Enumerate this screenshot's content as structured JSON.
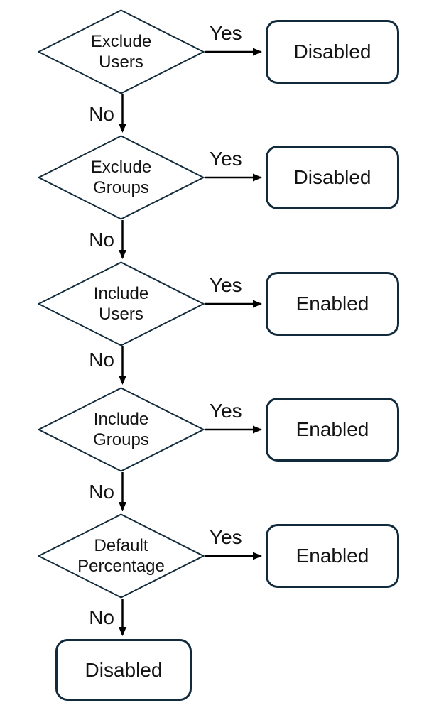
{
  "diagram": {
    "type": "flowchart",
    "colors": {
      "outline": "#122b3c",
      "arrow": "#000000",
      "text": "#131313",
      "background": "#ffffff"
    },
    "rows": [
      {
        "decision": "Exclude\nUsers",
        "yes_label": "Yes",
        "no_label": "No",
        "outcome": "Disabled"
      },
      {
        "decision": "Exclude\nGroups",
        "yes_label": "Yes",
        "no_label": "No",
        "outcome": "Disabled"
      },
      {
        "decision": "Include\nUsers",
        "yes_label": "Yes",
        "no_label": "No",
        "outcome": "Enabled"
      },
      {
        "decision": "Include\nGroups",
        "yes_label": "Yes",
        "no_label": "No",
        "outcome": "Enabled"
      },
      {
        "decision": "Default\nPercentage",
        "yes_label": "Yes",
        "no_label": "No",
        "outcome": "Enabled"
      }
    ],
    "final_outcome": "Disabled"
  }
}
